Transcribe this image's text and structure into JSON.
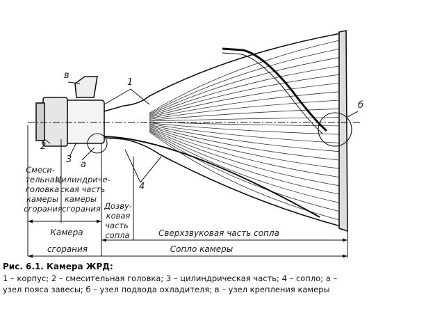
{
  "diagram": {
    "part_numbers": {
      "n1": "1",
      "n2": "2",
      "n3": "3",
      "n4": "4",
      "a": "а",
      "b": "б",
      "v": "в"
    },
    "columns": {
      "mixing_head": [
        "Смеси-",
        "тельная",
        "головка",
        "камеры",
        "сгорания"
      ],
      "cylindrical": [
        "Цилиндриче-",
        "ская часть",
        "камеры",
        "сгорания"
      ],
      "subsonic": [
        "Дозву-",
        "ковая",
        "часть",
        "сопла"
      ]
    },
    "spans": {
      "supersonic": "Сверхзвуковая часть сопла",
      "combustion_chamber": [
        "Камера",
        "сгорания"
      ],
      "nozzle": "Сопло камеры"
    }
  },
  "caption": {
    "title": "Рис. 6.1. Камера ЖРД:",
    "line1": "1 – корпус; 2 – смесительная головка; 3 – цилиндрическая часть; 4 – сопло; а –",
    "line2": "узел пояса завесы; б – узел подвода охладителя; в – узел крепления камеры"
  }
}
